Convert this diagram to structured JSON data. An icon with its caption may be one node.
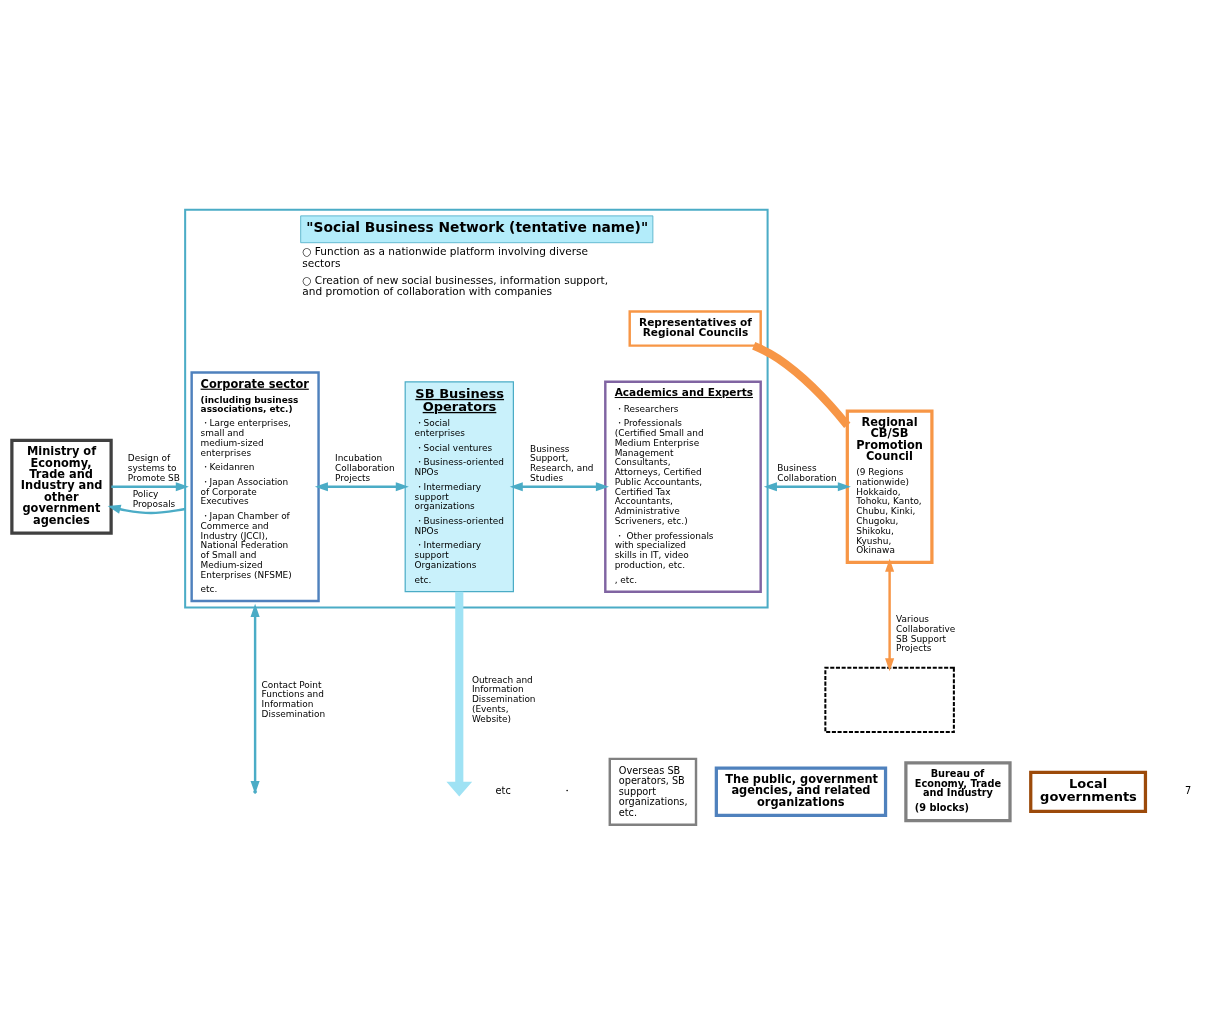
{
  "diagram": {
    "nodes": [
      {
        "text": [
          "\"Social Business Network (tentative name)\"",
          "○ Function as a nationwide platform involving diverse sectors",
          "○ Creation of new social businesses, information support, and promotion of collaboration with companies"
        ]
      },
      {
        "text": [
          "Ministry of Economy, Trade and Industry and other government agencies"
        ]
      },
      {
        "text": [
          "Corporate sector",
          "(including business associations, etc.)",
          "・Large enterprises, small and medium-sized enterprises",
          "・Keidanren",
          "・Japan Association of Corporate Executives",
          "・Japan Chamber of Commerce and Industry (JCCI), National Federation of Small and Medium-sized Enterprises (NFSME)",
          "etc."
        ],
        "in": 0
      },
      {
        "text": [
          "SB Business Operators",
          "・Social enterprises",
          "・Social ventures",
          "・Business-oriented NPOs",
          "・Intermediary support organizations",
          "・Business-oriented NPOs",
          "・Intermediary support Organizations",
          "etc."
        ],
        "in": 0
      },
      {
        "text": [
          "Representatives of Regional Councils"
        ],
        "in": 0
      },
      {
        "text": [
          "Academics and Experts",
          "・Researchers",
          "・Professionals (Certified Small and Medium Enterprise Management Consultants, Attorneys, Certified Public Accountants, Certified Tax Accountants, Administrative Scriveners, etc.)",
          "・ Other professionals with specialized skills in IT, video production, etc.",
          ", etc."
        ],
        "in": 0
      },
      {
        "text": [
          "Regional CB/SB Promotion Council",
          "(9 Regions nationwide) Hokkaido, Tohoku, Kanto, Chubu, Kinki, Chugoku, Shikoku, Kyushu, Okinawa"
        ]
      },
      {
        "text": [],
        "shape": "box"
      },
      {
        "text": [
          "Overseas SB operators, SB support organizations, etc."
        ]
      },
      {
        "text": [
          "The public, government agencies, and related organizations"
        ]
      },
      {
        "text": [
          "Bureau of Economy, Trade and Industry",
          "(9 blocks)"
        ]
      },
      {
        "text": [
          "Local governments"
        ]
      }
    ],
    "edges": [
      {
        "from": 0,
        "to": 1,
        "arrow": "to",
        "label": "Policy Proposals"
      },
      {
        "from": 1,
        "to": 0,
        "arrow": "to",
        "label": "Design of systems to Promote SB"
      },
      {
        "from": 2,
        "to": 3,
        "arrow": "both",
        "label": "Incubation Collaboration Projects"
      },
      {
        "from": 3,
        "to": 5,
        "arrow": "both",
        "label": "Business Support, Research, and Studies"
      },
      {
        "from": 4,
        "to": 6,
        "arrow": "none",
        "style": "thick",
        "color": "#f79646"
      },
      {
        "from": 0,
        "to": 6,
        "arrow": "both",
        "label": "Business Collaboration"
      },
      {
        "from": 0,
        "to": null,
        "arrow": "both",
        "label": "Contact Point Functions and Information Dissemination"
      },
      {
        "from": 3,
        "to": null,
        "arrow": "to",
        "style": "thick",
        "color": "#9fe2f4",
        "label": "Outreach and Information Dissemination (Events, Website)"
      },
      {
        "from": 6,
        "to": 7,
        "arrow": "both",
        "color": "#f79646",
        "label": "Various Collaborative SB Support Projects"
      }
    ],
    "labels": [
      "etc",
      "・",
      "7"
    ]
  }
}
